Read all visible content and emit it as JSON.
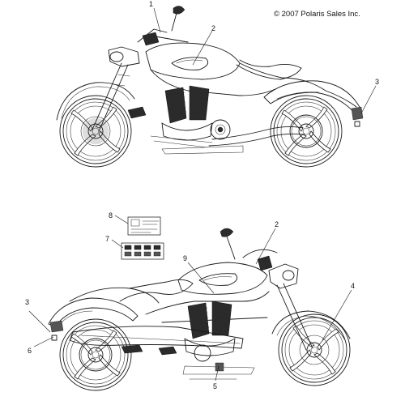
{
  "copyright": "© 2007 Polaris Sales Inc.",
  "callouts": {
    "top_1": "1",
    "top_2": "2",
    "top_3": "3",
    "bot_2": "2",
    "bot_3": "3",
    "bot_4": "4",
    "bot_5": "5",
    "bot_6": "6",
    "bot_7": "7",
    "bot_8": "8",
    "bot_9": "9"
  }
}
